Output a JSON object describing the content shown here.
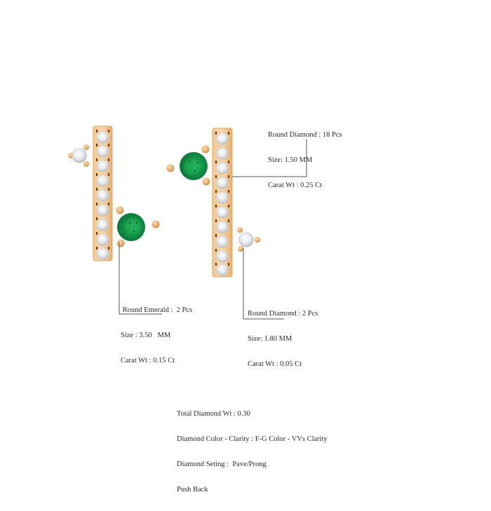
{
  "product": {
    "type": "Emerald and diamond bar stud earrings",
    "metal_color": "#e9b877",
    "emerald_color": "#1a9a45",
    "diamond_color": "#eef0f2",
    "prong_color": "#e3a867"
  },
  "callouts": {
    "round_diamond_pave": {
      "line1": "Round Diamond : 18 Pcs",
      "line2": "Size: 1.50 MM",
      "line3": "Carat Wt : 0.25 Ct"
    },
    "round_emerald": {
      "line1": " Round Emerald :  2 Pcs",
      "line2": "Size : 3.50   MM",
      "line3": "Carat Wt : 0.15 Ct"
    },
    "round_diamond_side": {
      "line1": "Round Diamond : 2 Pcs",
      "line2": "Size: 1.80 MM",
      "line3": "Carat Wt : 0.05 Ct"
    }
  },
  "summary": {
    "total_diamond_wt": "Total Diamond Wt : 0.30",
    "diamond_color_clarity": "Diamond Color - Clarity : F-G Color - VVs Clarity",
    "diamond_setting": "Diamond Seting :  Pave/Prong",
    "back_type": "Push Back"
  }
}
